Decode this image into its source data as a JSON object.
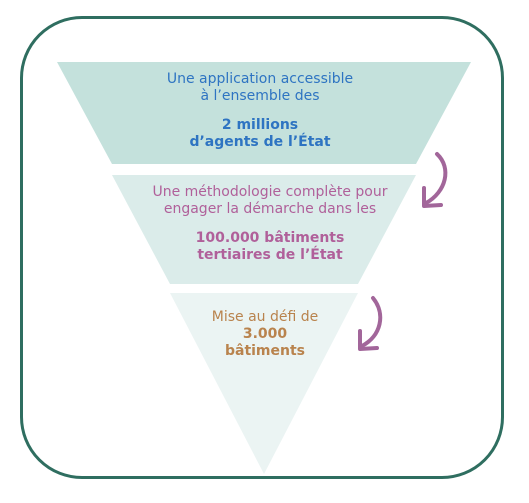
{
  "colors": {
    "frame": "#2f6e60",
    "tier1_fill": "#c4e1dc",
    "tier2_fill": "#dbecea",
    "tier3_fill": "#ebf4f3",
    "tier1_text": "#2e74c2",
    "tier2_text": "#b0609a",
    "tier3_text": "#b9834d",
    "arrow": "#a2669a"
  },
  "tiers": [
    {
      "intro": [
        "Une application accessible",
        "à l’ensemble des"
      ],
      "highlight": [
        "2 millions",
        "d’agents de l’État"
      ]
    },
    {
      "intro": [
        "Une méthodologie complète pour",
        "engager la démarche dans les"
      ],
      "highlight": [
        "100.000 bâtiments",
        "tertiaires de l’État"
      ]
    },
    {
      "intro": [
        "Mise au défi de"
      ],
      "highlight": [
        "3.000",
        "bâtiments"
      ]
    }
  ],
  "arrows": [
    "curved-arrow-down-left",
    "curved-arrow-down-left"
  ]
}
